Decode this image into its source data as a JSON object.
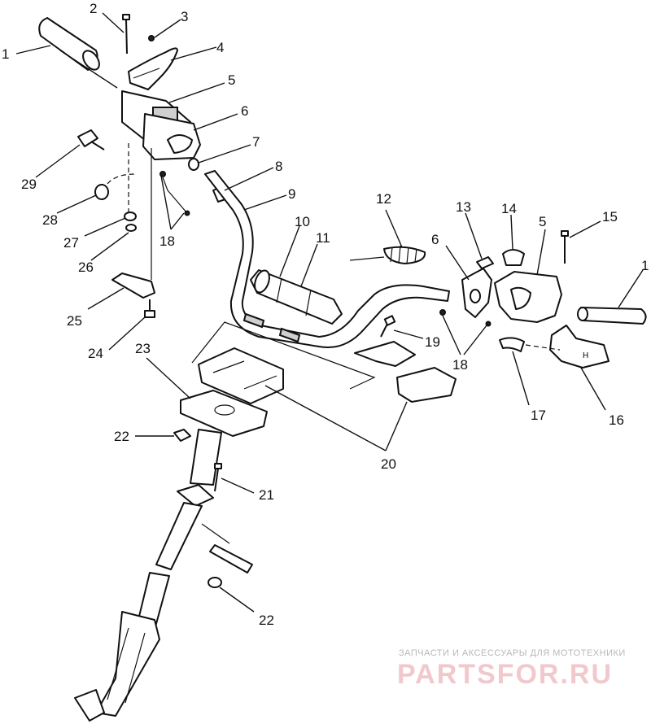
{
  "labels": {
    "l1a": "1",
    "l2": "2",
    "l3": "3",
    "l4": "4",
    "l5a": "5",
    "l6a": "6",
    "l7": "7",
    "l8": "8",
    "l9": "9",
    "l10": "10",
    "l11": "11",
    "l12": "12",
    "l13": "13",
    "l14": "14",
    "l5b": "5",
    "l15": "15",
    "l1b": "1",
    "l6b": "6",
    "l18a": "18",
    "l18b": "18",
    "l19": "19",
    "l16": "16",
    "l17": "17",
    "l20": "20",
    "l21": "21",
    "l22a": "22",
    "l22b": "22",
    "l23": "23",
    "l24": "24",
    "l25": "25",
    "l26": "26",
    "l27": "27",
    "l28": "28",
    "l29": "29"
  },
  "watermark": {
    "tagline": "ЗАПЧАСТИ И АКСЕССУАРЫ ДЛЯ МОТОТЕХНИКИ",
    "logo": "PARTSFOR.RU"
  },
  "colors": {
    "line": "#111111",
    "watermark_text": "#b8b8b8",
    "watermark_logo": "#f1c9cc"
  }
}
